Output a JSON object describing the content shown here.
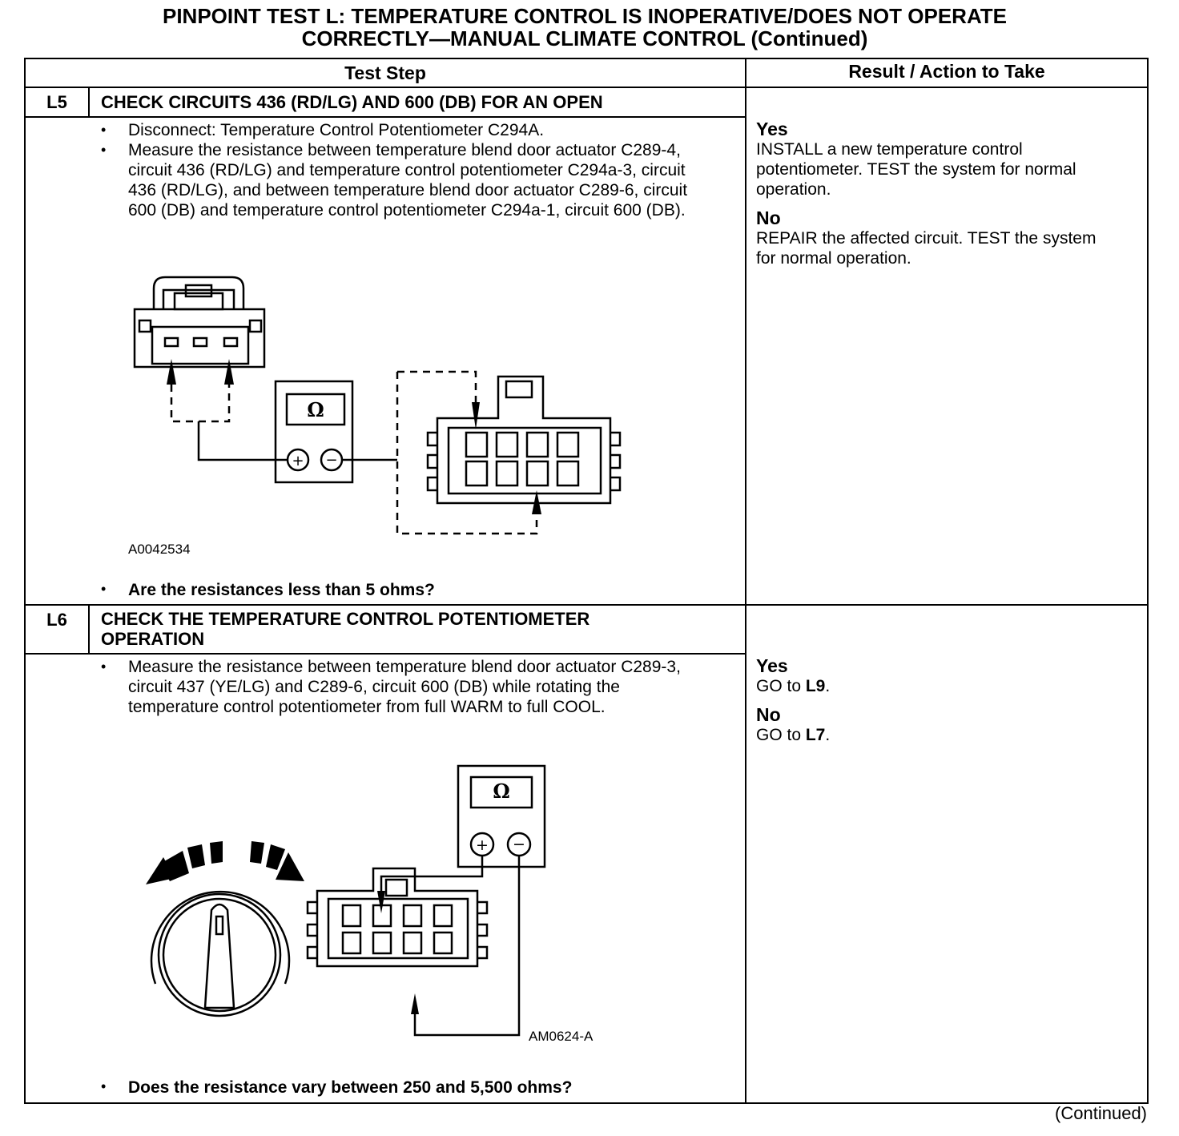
{
  "title": {
    "line1": "PINPOINT TEST L: TEMPERATURE CONTROL IS INOPERATIVE/DOES NOT OPERATE",
    "line2": "CORRECTLY—MANUAL CLIMATE CONTROL (Continued)"
  },
  "table": {
    "col_test_step": "Test Step",
    "col_result": "Result / Action to Take"
  },
  "steps": [
    {
      "id": "L5",
      "title": "CHECK CIRCUITS 436 (RD/LG) AND 600 (DB) FOR AN OPEN",
      "bullets": [
        "Disconnect: Temperature Control Potentiometer C294A.",
        "Measure the resistance between temperature blend door actuator C289-4, circuit 436 (RD/LG) and temperature control potentiometer C294a-3, circuit 436 (RD/LG), and between temperature blend door actuator C289-6, circuit 600 (DB) and temperature  control potentiometer C294a-1, circuit 600 (DB)."
      ],
      "figure_id": "A0042534",
      "meter_symbol": "Ω",
      "question": "Are the resistances less than 5 ohms?",
      "yes_label": "Yes",
      "yes_text": "INSTALL a new temperature control potentiometer. TEST the system for normal operation.",
      "no_label": "No",
      "no_text": "REPAIR the affected circuit. TEST the system for normal operation."
    },
    {
      "id": "L6",
      "title_line1": "CHECK THE TEMPERATURE CONTROL POTENTIOMETER",
      "title_line2": "OPERATION",
      "bullets": [
        "Measure the resistance between temperature blend door actuator C289-3, circuit 437 (YE/LG) and C289-6, circuit 600 (DB) while rotating the temperature control potentiometer from full WARM to full COOL."
      ],
      "figure_id": "AM0624-A",
      "meter_symbol": "Ω",
      "question": "Does the resistance vary between 250 and 5,500 ohms?",
      "yes_label": "Yes",
      "yes_go": "GO to ",
      "yes_target": "L9",
      "no_label": "No",
      "no_go": "GO to ",
      "no_target": "L7"
    }
  ],
  "footer": "(Continued)"
}
